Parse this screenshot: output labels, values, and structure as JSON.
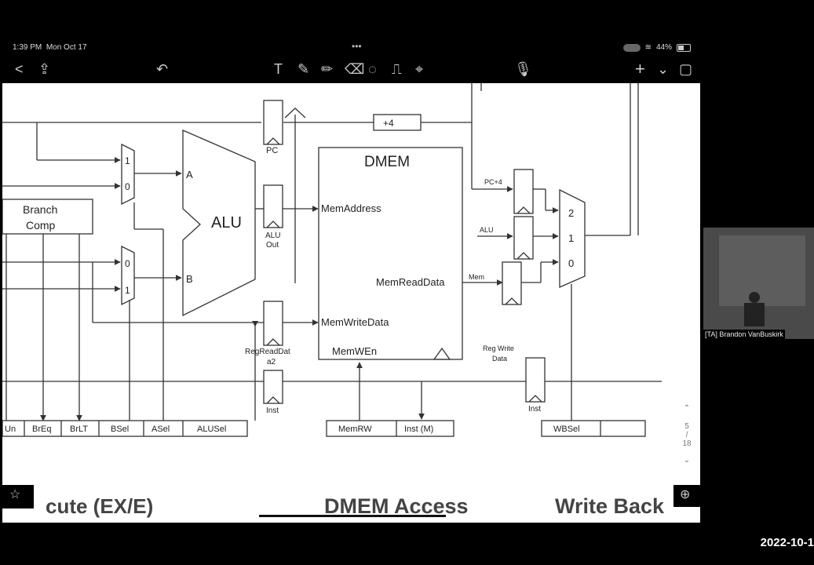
{
  "status_bar": {
    "time": "1:39 PM",
    "date": "Mon Oct 17",
    "dots": "•••",
    "battery": "44%"
  },
  "toolbar": {
    "back": "<",
    "share": "⇪",
    "undo": "↶",
    "tools": [
      "T",
      "✎",
      "✏",
      "⌫",
      "◌",
      "⎍",
      "⌖"
    ],
    "mic": "🎙",
    "add": "+",
    "pages": "▢"
  },
  "diagram": {
    "branch_comp": [
      "Branch",
      "Comp"
    ],
    "alu": "ALU",
    "alu_a": "A",
    "alu_b": "B",
    "mux_top": [
      "1",
      "0"
    ],
    "mux_bottom": [
      "0",
      "1"
    ],
    "pc": "PC",
    "plus4": "+4",
    "alu_out": [
      "ALU",
      "Out"
    ],
    "regreaddata": [
      "RegReadDat",
      "a2"
    ],
    "inst": "Inst",
    "dmem_title": "DMEM",
    "mem_address": "MemAddress",
    "mem_readdata": "MemReadData",
    "mem_writedata": "MemWriteData",
    "mem_wen": "MemWEn",
    "pc4": "PC+4",
    "alu_small": "ALU",
    "mem": "Mem",
    "mux_wb": [
      "2",
      "1",
      "0"
    ],
    "reg_write_data": [
      "Reg Write",
      "Data"
    ],
    "inst2": "Inst",
    "control_left": [
      "Un",
      "BrEq",
      "BrLT",
      "BSel",
      "ASel",
      "ALUSel"
    ],
    "control_mid": [
      "MemRW",
      "Inst (M)"
    ],
    "control_right": [
      "WBSel"
    ]
  },
  "captions": {
    "execute": "cute (EX/E)",
    "dmem_access": "DMEM Access",
    "write_back": "Write Back"
  },
  "pager": {
    "current": "5",
    "slash": "/",
    "total": "18"
  },
  "participant": {
    "name": "[TA] Brandon VanBuskirk"
  },
  "recording_date": "2022-10-1"
}
